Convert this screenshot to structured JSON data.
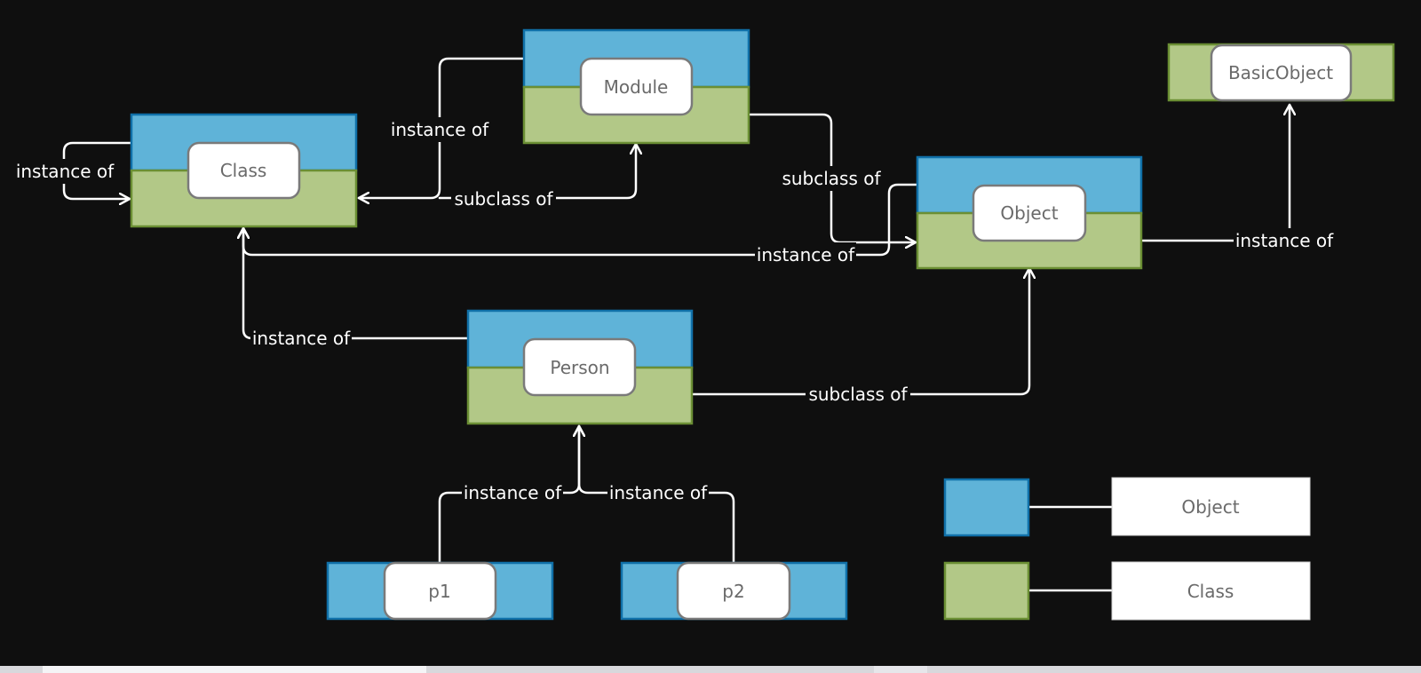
{
  "nodes": {
    "class": "Class",
    "module": "Module",
    "object": "Object",
    "basic_object": "BasicObject",
    "person": "Person",
    "p1": "p1",
    "p2": "p2"
  },
  "edges": {
    "class_self_instance": "instance of",
    "class_module_instance": "instance of",
    "module_class_subclass": "subclass of",
    "module_object_subclass": "subclass of",
    "object_class_instance": "instance of",
    "object_basic_instance": "instance of",
    "person_class_instance": "instance of",
    "person_object_subclass": "subclass of",
    "p1_person_instance": "instance of",
    "p2_person_instance": "instance of"
  },
  "legend": {
    "object_label": "Object",
    "class_label": "Class"
  },
  "colors": {
    "object_fill": "#5fb3d8",
    "class_fill": "#b2c887",
    "background": "#0f0f0f",
    "edge": "#ffffff"
  }
}
